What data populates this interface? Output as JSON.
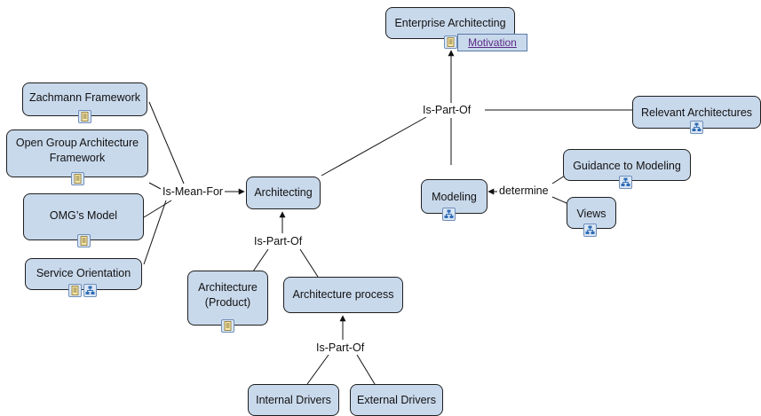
{
  "nodes": {
    "enterprise_architecting": "Enterprise Architecting",
    "zachmann": "Zachmann Framework",
    "open_group": "Open Group Architecture Framework",
    "omg": "OMG’s Model",
    "service_orientation": "Service Orientation",
    "architecting": "Architecting",
    "architecture_product": "Architecture (Product)",
    "architecture_process": "Architecture process",
    "internal_drivers": "Internal Drivers",
    "external_drivers": "External Drivers",
    "modeling": "Modeling",
    "relevant_architectures": "Relevant Architectures",
    "guidance": "Guidance to Modeling",
    "views": "Views"
  },
  "links": {
    "is_part_of_top": "Is-Part-Of",
    "is_mean_for": "Is-Mean-For",
    "is_part_of_mid": "Is-Part-Of",
    "is_part_of_bottom": "Is-Part-Of",
    "determine": "determine"
  },
  "popup": {
    "motivation": "Motivation"
  },
  "icons": {
    "document": "document-icon",
    "submap": "concept-map-icon"
  },
  "colors": {
    "node_fill": "#c9d9ec",
    "node_border": "#1f1f1f",
    "link_text": "#5b2a86"
  }
}
